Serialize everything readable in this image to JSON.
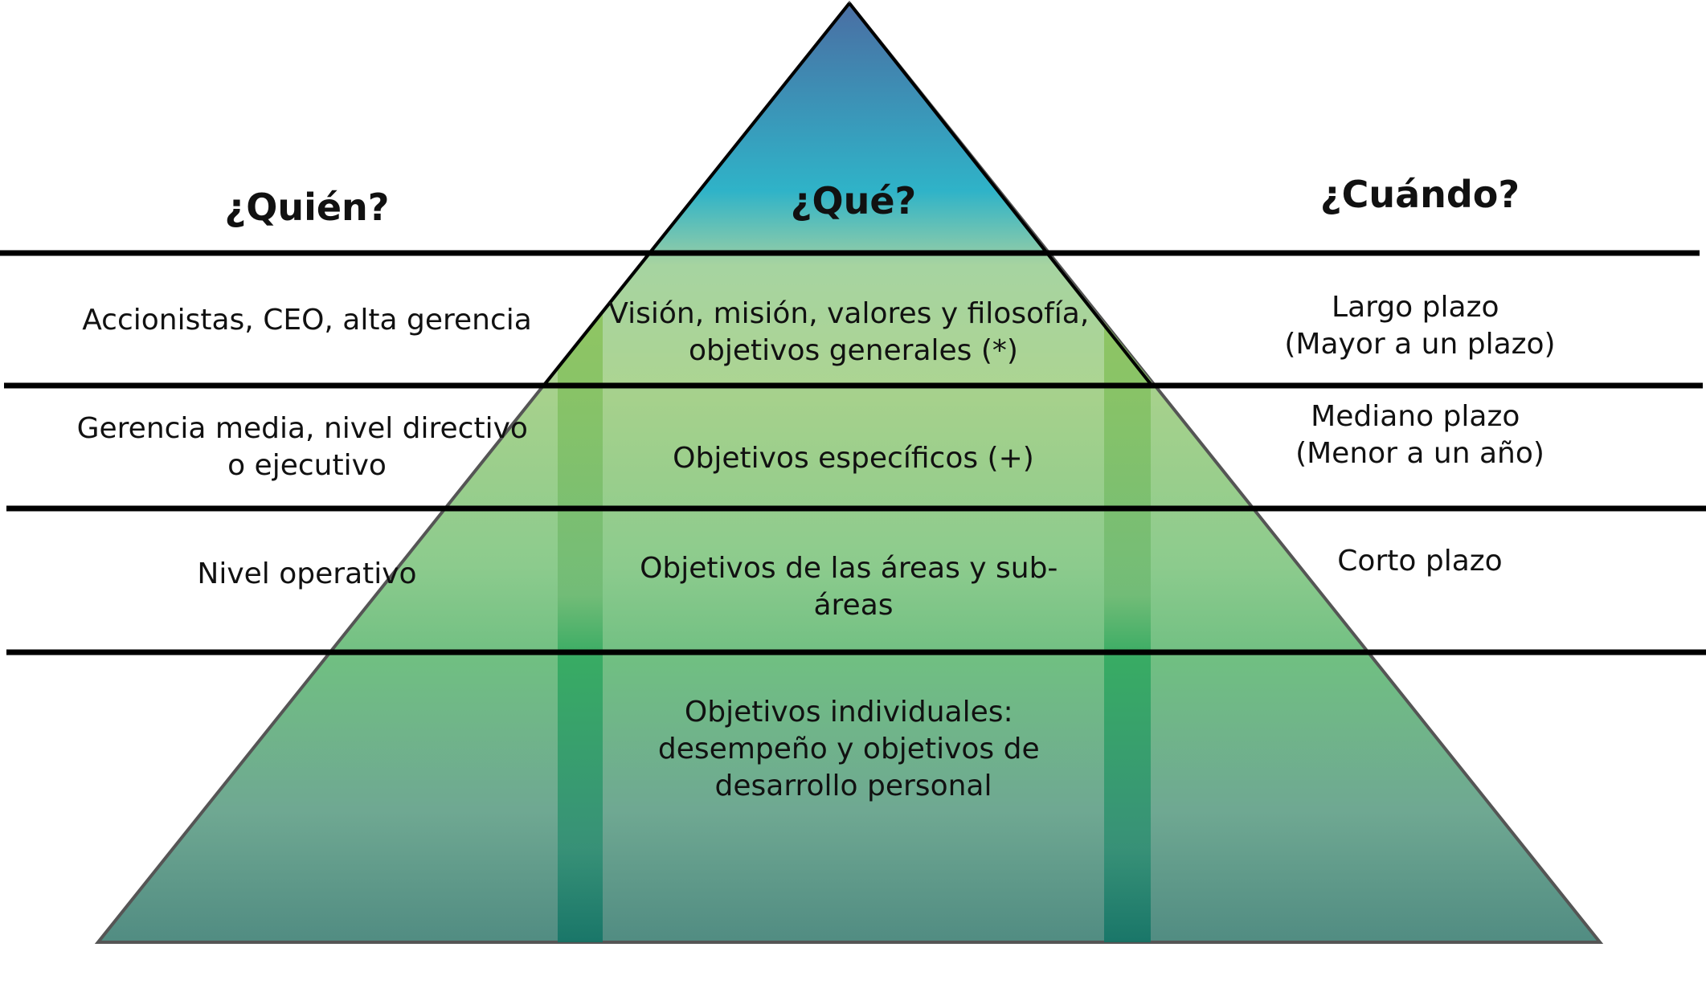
{
  "headers": {
    "who": "¿Quién?",
    "what": "¿Qué?",
    "when": "¿Cuándo?"
  },
  "rows": [
    {
      "who": [
        "Accionistas,  CEO,  alta gerencia"
      ],
      "what": [
        "Visión, misión, valores y filosofía,",
        "objetivos generales (*)"
      ],
      "when": [
        "Largo plazo",
        "(Mayor a un plazo)"
      ]
    },
    {
      "who": [
        "Gerencia media, nivel directivo",
        "o ejecutivo"
      ],
      "what": [
        "Objetivos específicos (+)"
      ],
      "when": [
        "Mediano plazo",
        "(Menor a un año)"
      ]
    },
    {
      "who": [
        "Nivel operativo"
      ],
      "what": [
        "Objetivos de las áreas y sub-",
        "áreas"
      ],
      "when": [
        "Corto plazo"
      ]
    },
    {
      "who": [],
      "what": [
        "Objetivos individuales:",
        "desempeño y objetivos de",
        "desarrollo personal"
      ],
      "when": []
    }
  ],
  "colors": {
    "apex": "#4a6fa0",
    "cyan": "#2fb3c8",
    "green_light": "#a8d18a",
    "green_mid": "#6cbf7c",
    "teal_dark": "#4e8c84",
    "bar": "#1d9a5c",
    "line": "#000000"
  }
}
